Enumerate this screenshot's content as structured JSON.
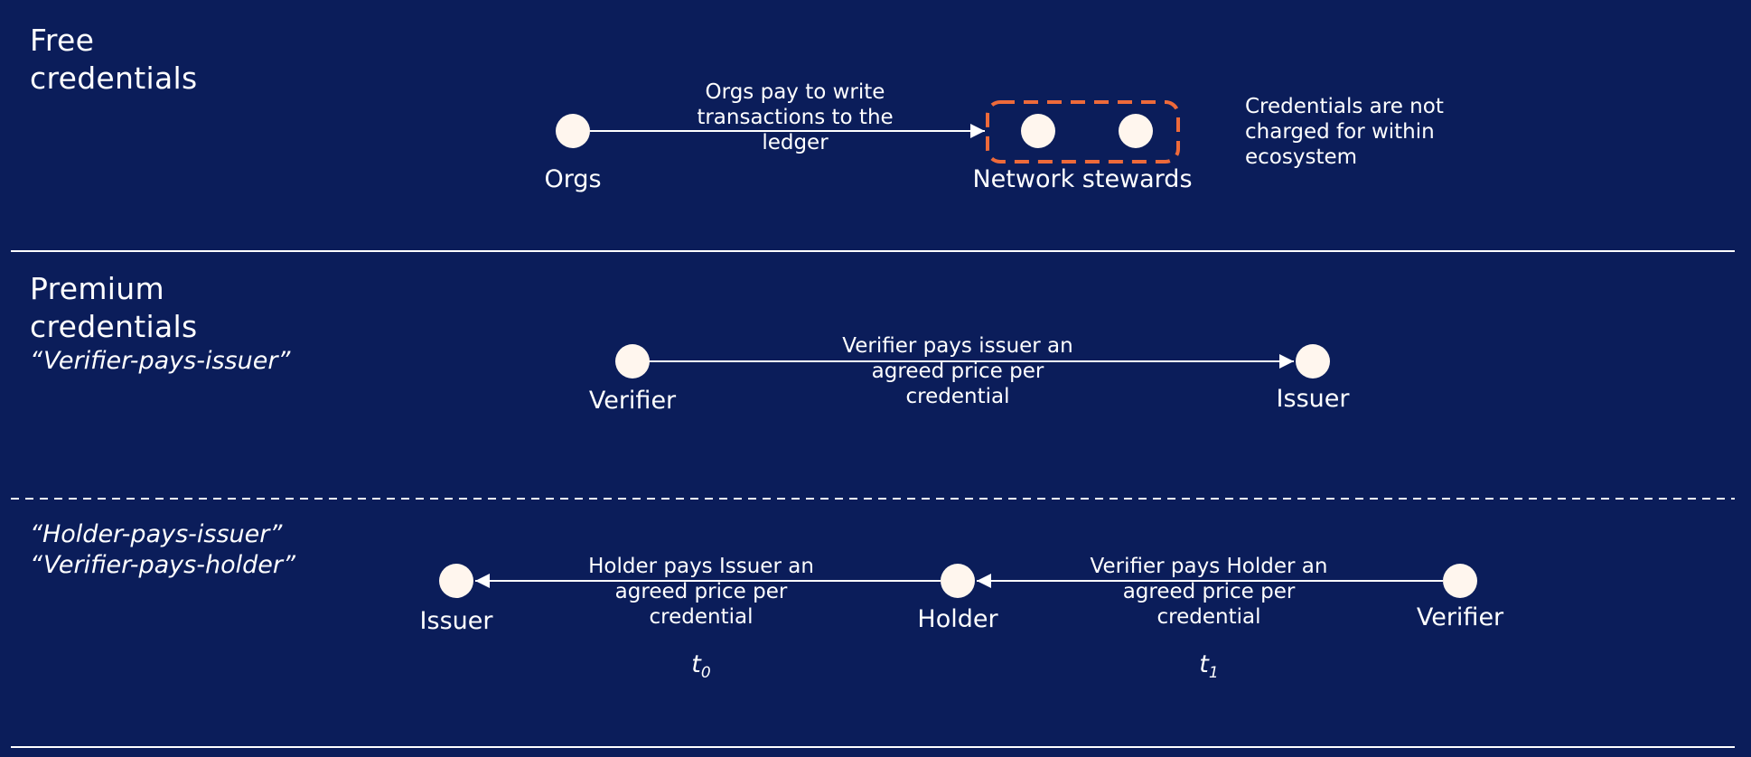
{
  "colors": {
    "background": "#0b1d5a",
    "node": "#fff6ee",
    "line": "#ffffff",
    "group_border": "#ee6a3a"
  },
  "free": {
    "heading_line1": "Free",
    "heading_line2": "credentials",
    "node_orgs": "Orgs",
    "node_stewards": "Network stewards",
    "edge_line1": "Orgs pay to write",
    "edge_line2": "transactions to the",
    "edge_line3": "ledger",
    "note_line1": "Credentials are not",
    "note_line2": "charged for within",
    "note_line3": "ecosystem"
  },
  "premium": {
    "heading_line1": "Premium",
    "heading_line2": "credentials",
    "model": "“Verifier-pays-issuer”",
    "node_verifier": "Verifier",
    "node_issuer": "Issuer",
    "edge_line1": "Verifier pays issuer an",
    "edge_line2": "agreed price per",
    "edge_line3": "credential"
  },
  "holder": {
    "model_line1": "“Holder-pays-issuer”",
    "model_line2": "“Verifier-pays-holder”",
    "node_issuer": "Issuer",
    "node_holder": "Holder",
    "node_verifier": "Verifier",
    "edge1_line1": "Holder pays Issuer an",
    "edge1_line2": "agreed price per",
    "edge1_line3": "credential",
    "edge2_line1": "Verifier pays Holder an",
    "edge2_line2": "agreed price per",
    "edge2_line3": "credential",
    "t0_base": "t",
    "t0_sub": "0",
    "t1_base": "t",
    "t1_sub": "1"
  }
}
